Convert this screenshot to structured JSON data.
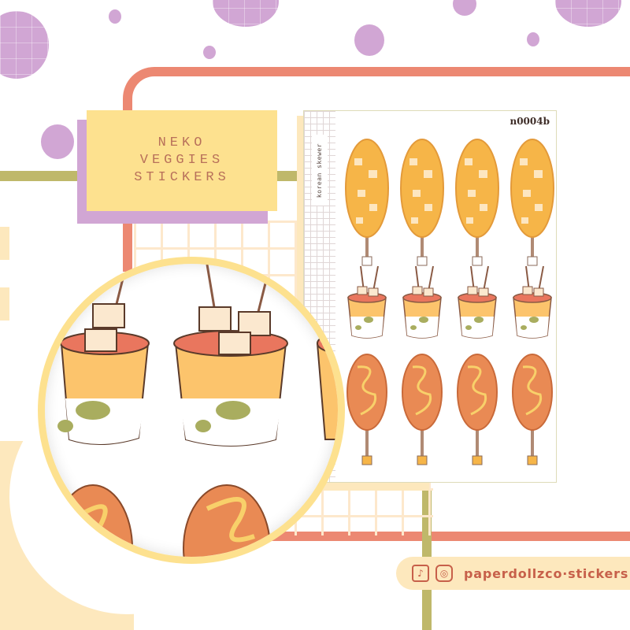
{
  "title_card": {
    "lines": [
      "NEKO",
      "VEGGIES",
      "STICKERS"
    ]
  },
  "sheet": {
    "code": "n0004b",
    "side_label": "korean skewer",
    "rows": [
      {
        "name": "cheese-potato-corndog",
        "count": 4
      },
      {
        "name": "fishcake-cat-cup",
        "count": 4
      },
      {
        "name": "mustard-corndog",
        "count": 4
      }
    ]
  },
  "social": {
    "icons": [
      "tiktok-icon",
      "instagram-icon"
    ],
    "tiktok_glyph": "♪",
    "instagram_glyph": "◎",
    "handle": "paperdollzco·stickers"
  },
  "colors": {
    "purple": "#d1a6d4",
    "salmon": "#ec8872",
    "yellow": "#fde18f",
    "pale_yellow": "#fde8bd",
    "olive": "#bfb86a",
    "text_brown": "#b8705a",
    "handle_red": "#c7604a"
  }
}
